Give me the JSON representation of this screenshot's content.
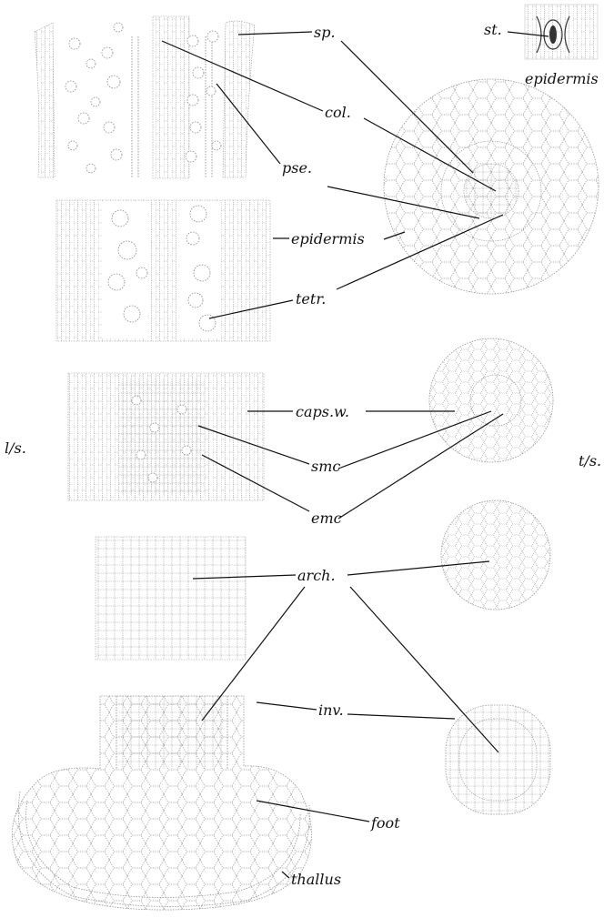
{
  "labels": {
    "sp": "sp.",
    "col": "col.",
    "pse": "pse.",
    "epidermis_mid": "epidermis",
    "tetr": "tetr.",
    "st": "st.",
    "epidermis_top": "epidermis",
    "caps_w": "caps.w.",
    "smc": "smc",
    "emc": "emc",
    "ls": "l/s.",
    "ts": "t/s.",
    "arch": "arch.",
    "inv": "inv.",
    "foot": "foot",
    "thallus": "thallus"
  }
}
